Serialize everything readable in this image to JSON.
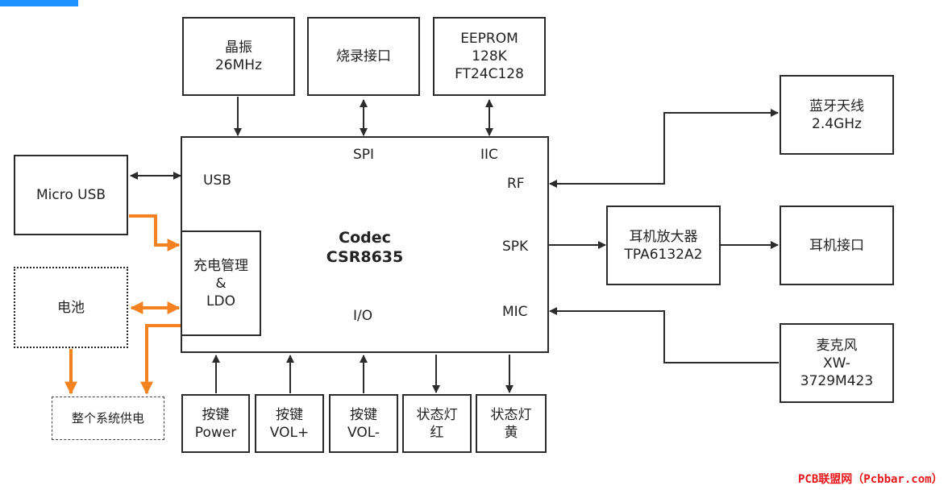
{
  "colors": {
    "orange": "#f58220",
    "blue_brace": "#6aaee8",
    "border": "#2b2b2b",
    "watermark": "#e8151b",
    "accent_bar": "#1e90ff"
  },
  "chip": {
    "title_line1": "Codec",
    "title_line2": "CSR8635"
  },
  "ports": {
    "spi": "SPI",
    "iic": "IIC",
    "usb": "USB",
    "rf": "RF",
    "spk": "SPK",
    "mic": "MIC",
    "io": "I/O"
  },
  "blocks": {
    "crystal": "晶振\n26MHz",
    "programming": "烧录接口",
    "eeprom": "EEPROM\n128K\nFT24C128",
    "bt_antenna": "蓝牙天线\n2.4GHz",
    "micro_usb": "Micro USB",
    "charge": "充电管理\n&\nLDO",
    "battery": "电池",
    "system_power": "整个系统供电",
    "amp": "耳机放大器\nTPA6132A2",
    "headphone_jack": "耳机接口",
    "microphone": "麦克风\nXW-\n3729M423",
    "key_power": "按键\nPower",
    "key_volup": "按键\nVOL+",
    "key_voldown": "按键\nVOL-",
    "led_red": "状态灯\n红",
    "led_yellow": "状态灯\n黄"
  },
  "watermark": "PCB联盟网（Pcbbar.com）"
}
